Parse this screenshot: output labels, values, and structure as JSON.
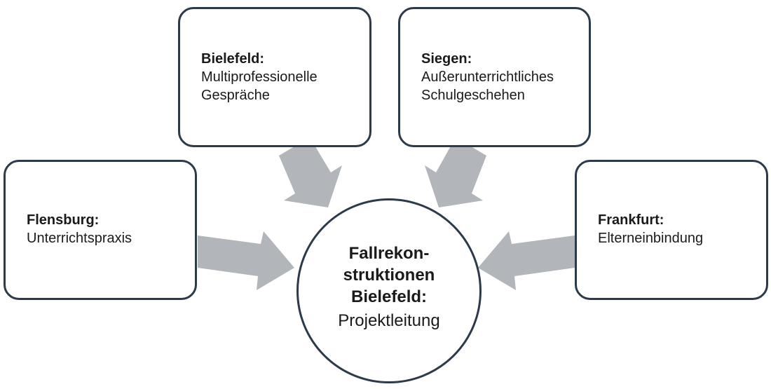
{
  "colors": {
    "border": "#2d3a4a",
    "arrow": "#b2b5b9",
    "text": "#1a1a1a"
  },
  "boxes": {
    "bielefeld": {
      "title": "Bielefeld:",
      "line1": "Multiprofessionelle",
      "line2": "Gespräche"
    },
    "siegen": {
      "title": "Siegen:",
      "line1": "Außerunterrichtliches",
      "line2": "Schulgeschehen"
    },
    "flensburg": {
      "title": "Flensburg:",
      "line1": "Unterrichtspraxis"
    },
    "frankfurt": {
      "title": "Frankfurt:",
      "line1": "Elterneinbindung"
    }
  },
  "center": {
    "title_line1": "Fallrekon-",
    "title_line2": "struktionen",
    "title_line3": "Bielefeld:",
    "desc": "Projektleitung"
  }
}
